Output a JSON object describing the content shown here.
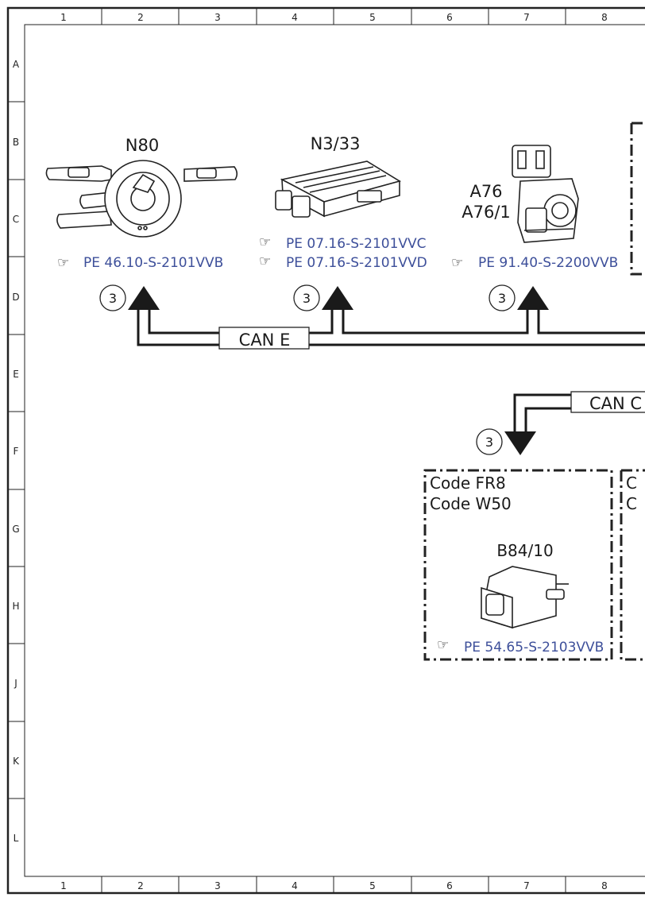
{
  "frame": {
    "columns": [
      "1",
      "2",
      "3",
      "4",
      "5",
      "6",
      "7",
      "8"
    ],
    "rows": [
      "A",
      "B",
      "C",
      "D",
      "E",
      "F",
      "G",
      "H",
      "J",
      "K",
      "L"
    ]
  },
  "components": {
    "n80": {
      "label": "N80",
      "ref": "PE 46.10-S-2101VVB"
    },
    "n3_33": {
      "label": "N3/33",
      "ref1": "PE 07.16-S-2101VVC",
      "ref2": "PE 07.16-S-2101VVD"
    },
    "a76": {
      "label1": "A76",
      "label2": "A76/1",
      "ref": "PE 91.40-S-2200VVB"
    },
    "b84_10": {
      "label": "B84/10",
      "code1": "Code FR8",
      "code2": "Code W50",
      "ref": "PE 54.65-S-2103VVB"
    },
    "right_box": {
      "code1_partial": "C",
      "code2_partial": "C"
    }
  },
  "buses": {
    "can_e": "CAN E",
    "can_c_partial": "CAN C"
  },
  "connector_number": "3",
  "colors": {
    "line": "#1a1a1a",
    "reference": "#3d4f9a"
  }
}
